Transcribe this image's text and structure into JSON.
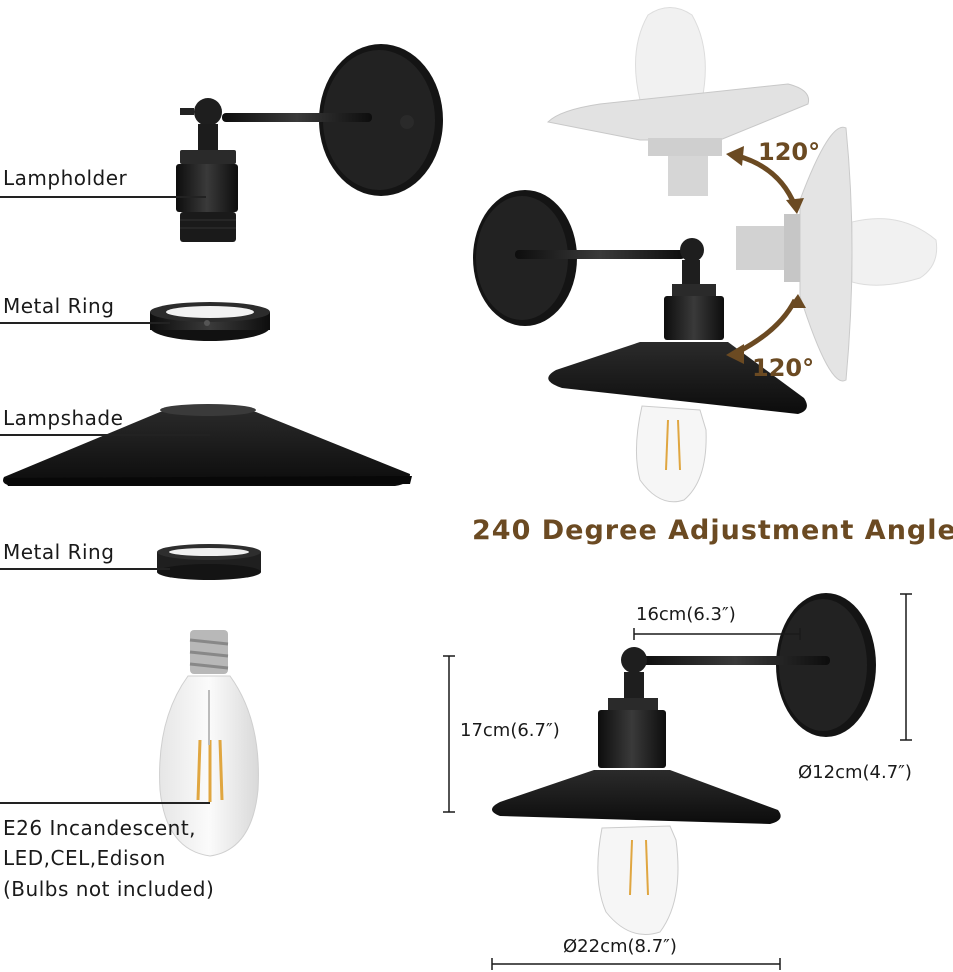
{
  "parts": {
    "lampholder": "Lampholder",
    "metal_ring_1": "Metal Ring",
    "lampshade": "Lampshade",
    "metal_ring_2": "Metal Ring",
    "bulb_line1": "E26 Incandescent,",
    "bulb_line2": "LED,CEL,Edison",
    "bulb_line3": "(Bulbs not included)"
  },
  "adjust": {
    "angle_top": "120°",
    "angle_bottom": "120°",
    "title": "240 Degree Adjustment Angle"
  },
  "dimensions": {
    "arm_length": "16cm(6.3″)",
    "height": "17cm(6.7″)",
    "backplate_diameter": "Ø12cm(4.7″)",
    "shade_diameter": "Ø22cm(8.7″)"
  },
  "colors": {
    "accent_brown": "#6b4a22",
    "fixture_black": "#1b1b1b",
    "ghost_grey": "#d9d9d9"
  }
}
